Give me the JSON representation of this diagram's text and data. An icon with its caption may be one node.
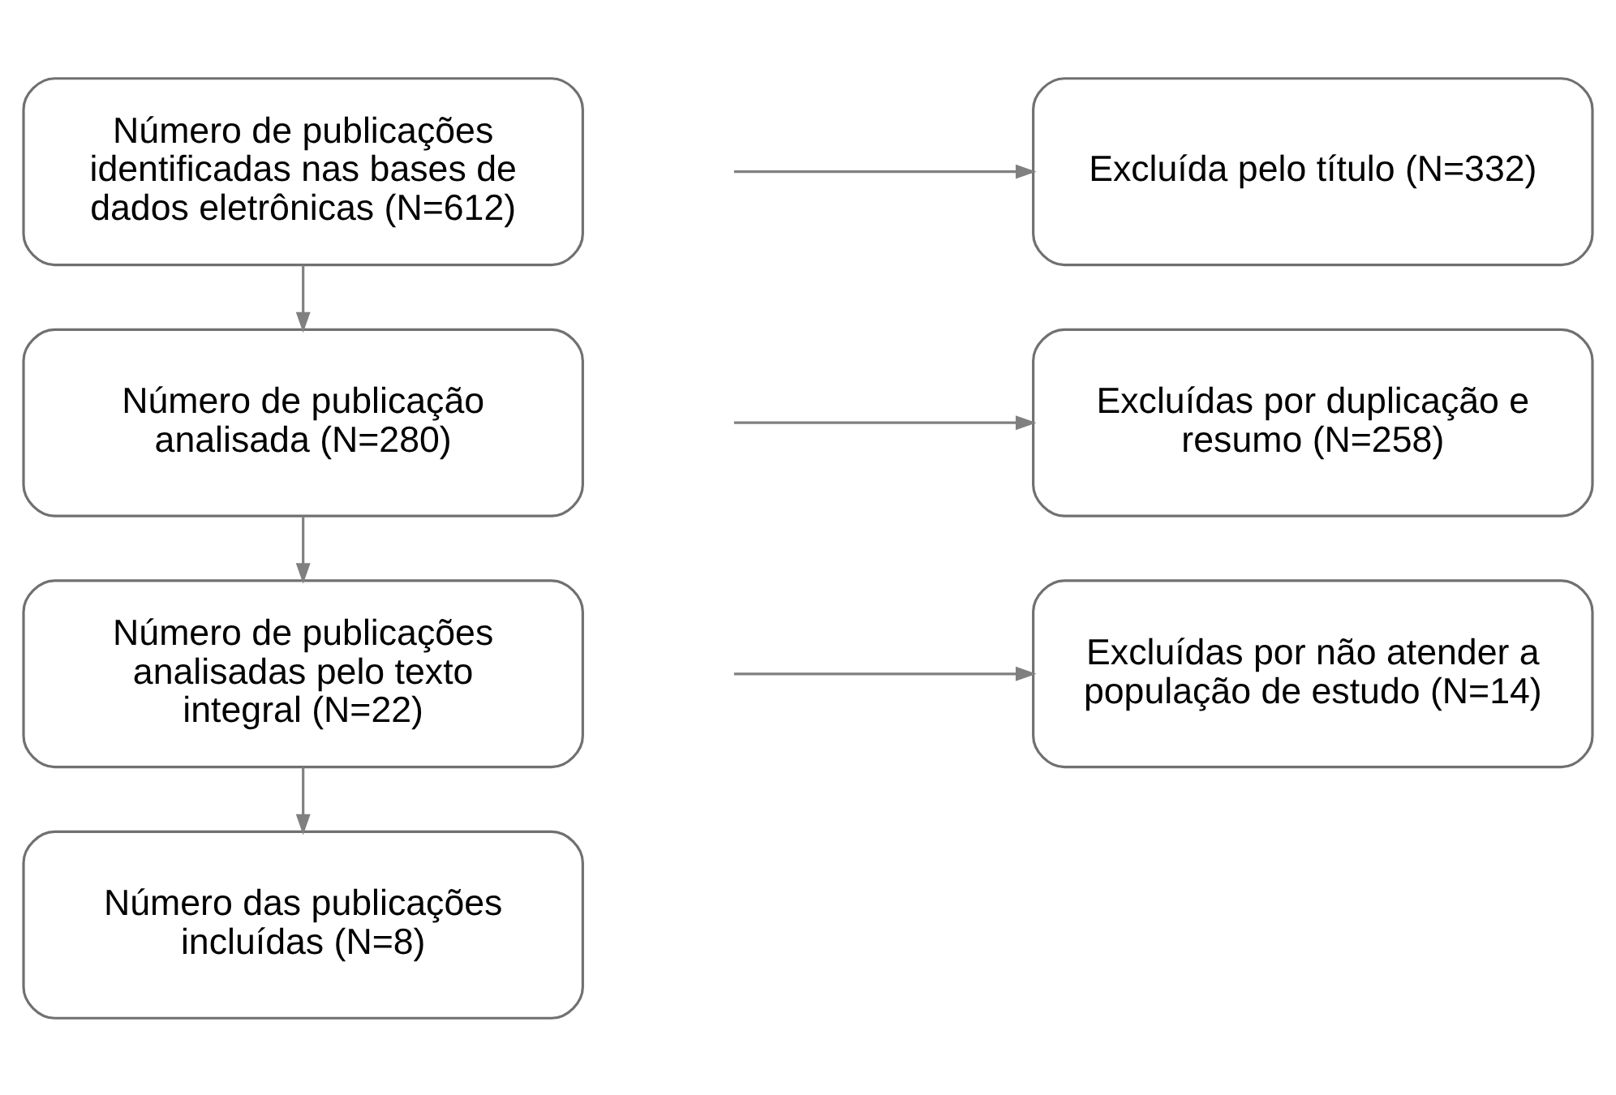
{
  "diagram": {
    "nodes": [
      {
        "text": [
          "Número de publicações identificadas nas bases de dados eletrônicas (N=612)"
        ]
      },
      {
        "text": [
          "Excluída pelo título (N=332)"
        ]
      },
      {
        "text": [
          "Número de publicação analisada (N=280)"
        ]
      },
      {
        "text": [
          "Excluídas por duplicação e resumo (N=258)"
        ]
      },
      {
        "text": [
          "Número de publicações analisadas pelo texto integral (N=22)"
        ]
      },
      {
        "text": [
          "Excluídas por não atender a população de estudo (N=14)"
        ]
      },
      {
        "text": [
          "Número das publicações incluídas (N=8)"
        ]
      }
    ],
    "edges": [
      {
        "from": 0,
        "to": 2,
        "arrow": "to"
      },
      {
        "from": null,
        "to": 1,
        "arrow": "to"
      },
      {
        "from": 2,
        "to": 4,
        "arrow": "to"
      },
      {
        "from": null,
        "to": 3,
        "arrow": "to"
      },
      {
        "from": 4,
        "to": 6,
        "arrow": "to"
      },
      {
        "from": null,
        "to": 5,
        "arrow": "to"
      }
    ]
  }
}
